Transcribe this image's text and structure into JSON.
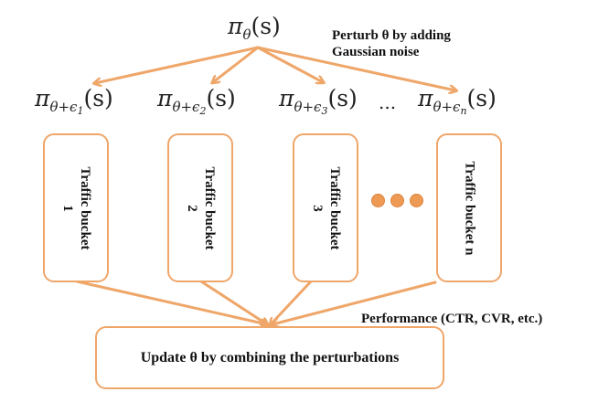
{
  "diagram": {
    "root_policy": {
      "pi": "π",
      "sub": "θ",
      "arg": "(s)"
    },
    "perturb_note": [
      "Perturb θ by adding",
      "Gaussian noise"
    ],
    "perturbed_policies": [
      {
        "pi": "π",
        "sub_prefix": "θ+ϵ",
        "sub_index": "1",
        "arg": "(s)"
      },
      {
        "pi": "π",
        "sub_prefix": "θ+ϵ",
        "sub_index": "2",
        "arg": "(s)"
      },
      {
        "pi": "π",
        "sub_prefix": "θ+ϵ",
        "sub_index": "3",
        "arg": "(s)"
      },
      {
        "pi": "π",
        "sub_prefix": "θ+ϵ",
        "sub_index": "n",
        "arg": "(s)"
      }
    ],
    "policy_ellipsis": "...",
    "buckets": [
      {
        "line1": "Traffic bucket",
        "line2": "1"
      },
      {
        "line1": "Traffic bucket",
        "line2": "2"
      },
      {
        "line1": "Traffic bucket",
        "line2": "3"
      },
      {
        "line1": "Traffic bucket n",
        "line2": ""
      }
    ],
    "performance_note": "Performance (CTR, CVR, etc.)",
    "update_label": "Update θ by combining the perturbations",
    "colors": {
      "accent": "#EFA669",
      "dot": "#EE9A55",
      "text": "#111111"
    }
  }
}
